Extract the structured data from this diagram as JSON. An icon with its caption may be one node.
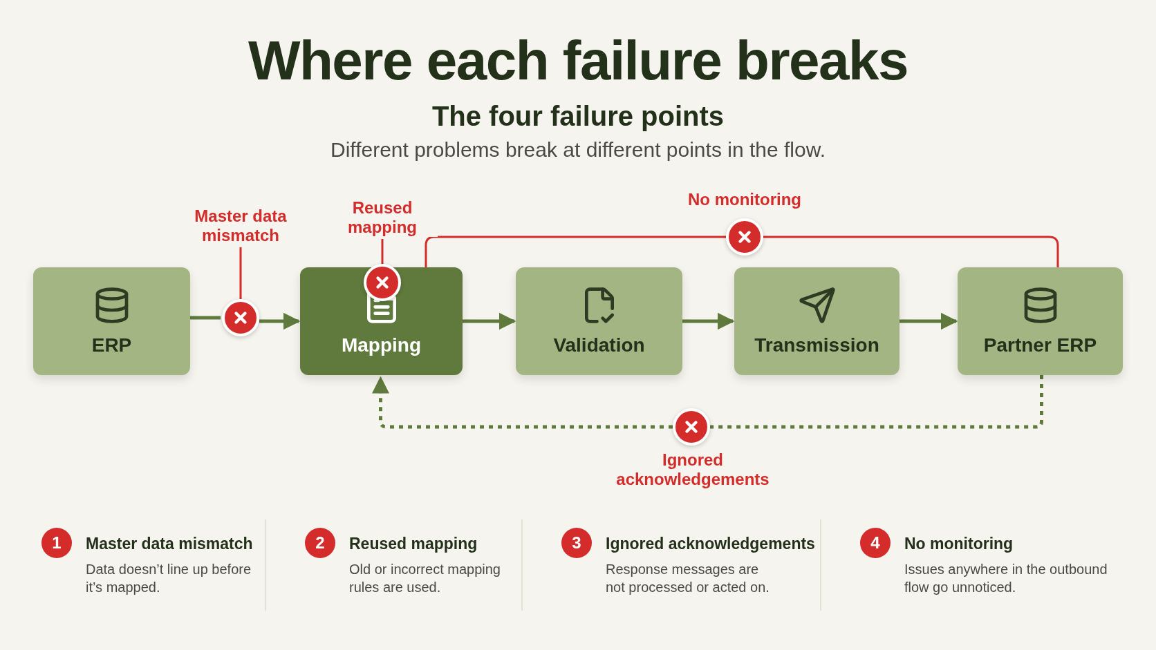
{
  "diagram": {
    "title": "Where each failure breaks",
    "caption": "The four failure points",
    "nodes": [
      {
        "text": [
          "ERP"
        ]
      },
      {
        "text": [
          "Mapping"
        ]
      },
      {
        "text": [
          "Validation"
        ]
      },
      {
        "text": [
          "Transmission"
        ]
      },
      {
        "text": [
          "Partner ERP"
        ]
      },
      {
        "text": [
          "Master data mismatch"
        ]
      },
      {
        "text": [],
        "shape": "circle"
      },
      {
        "text": [
          "Reused mapping"
        ]
      },
      {
        "text": [],
        "shape": "circle"
      },
      {
        "text": [],
        "shape": "circle",
        "beside": [
          "No monitoring"
        ]
      },
      {
        "text": [],
        "shape": "circle",
        "beside": [
          "Ignored acknowledgements"
        ]
      }
    ],
    "edges": [
      {
        "from": 0,
        "to": 6,
        "arrow": "none"
      },
      {
        "from": 6,
        "to": 1,
        "arrow": "to"
      },
      {
        "from": 1,
        "to": 2,
        "arrow": "to"
      },
      {
        "from": 2,
        "to": 3,
        "arrow": "to"
      },
      {
        "from": 3,
        "to": 4,
        "arrow": "to"
      },
      {
        "from": 5,
        "to": 6,
        "arrow": "none",
        "color": "#d42b2b"
      },
      {
        "from": 7,
        "to": 8,
        "arrow": "none",
        "color": "#d42b2b"
      },
      {
        "from": 1,
        "to": 9,
        "arrow": "none",
        "color": "#d42b2b"
      },
      {
        "from": 9,
        "to": 4,
        "arrow": "none",
        "color": "#d42b2b"
      },
      {
        "from": 4,
        "to": 10,
        "arrow": "none",
        "style": "dashed"
      },
      {
        "from": 10,
        "to": 1,
        "arrow": "to",
        "style": "dashed"
      }
    ],
    "labels": [
      "Different problems break at different points in the flow.",
      "1",
      "Master data mismatch",
      "Data doesn’t line up before it’s mapped.",
      "2",
      "Reused mapping",
      "Old or incorrect mapping rules are used.",
      "3",
      "Ignored acknowledgements",
      "Response messages are not processed or acted on.",
      "4",
      "No monitoring",
      "Issues anywhere in the outbound flow go unnoticed."
    ]
  }
}
